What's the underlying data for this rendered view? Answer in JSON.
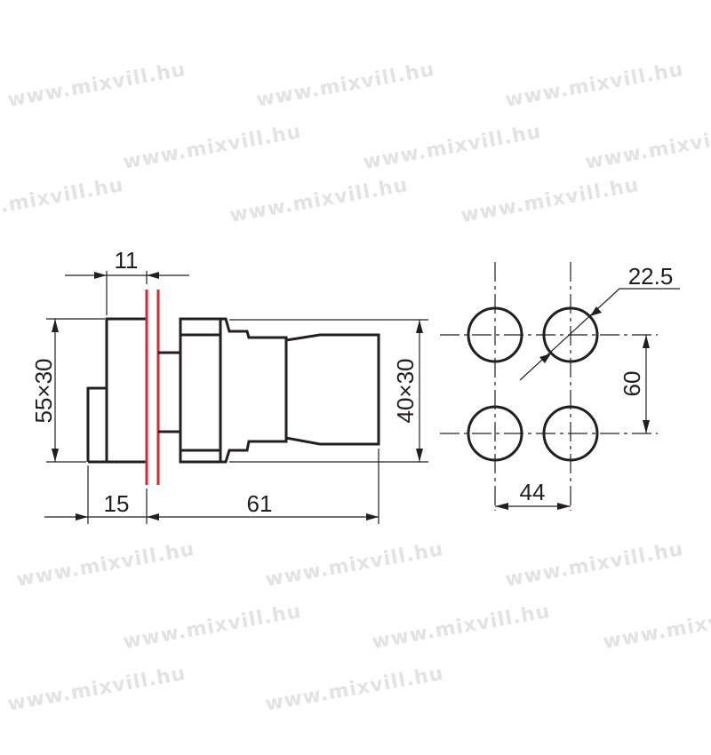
{
  "watermark": "www.mixvill.hu",
  "dimensions": {
    "top_width": "11",
    "left_height": "55×30",
    "right_height": "40×30",
    "bottom_left": "15",
    "bottom_length": "61",
    "hole_diameter": "22.5",
    "hole_vertical_spacing": "60",
    "hole_horizontal_spacing": "44"
  },
  "colors": {
    "line": "#231f20",
    "panel": "#e0262b",
    "watermark": "#e3e3e3"
  }
}
